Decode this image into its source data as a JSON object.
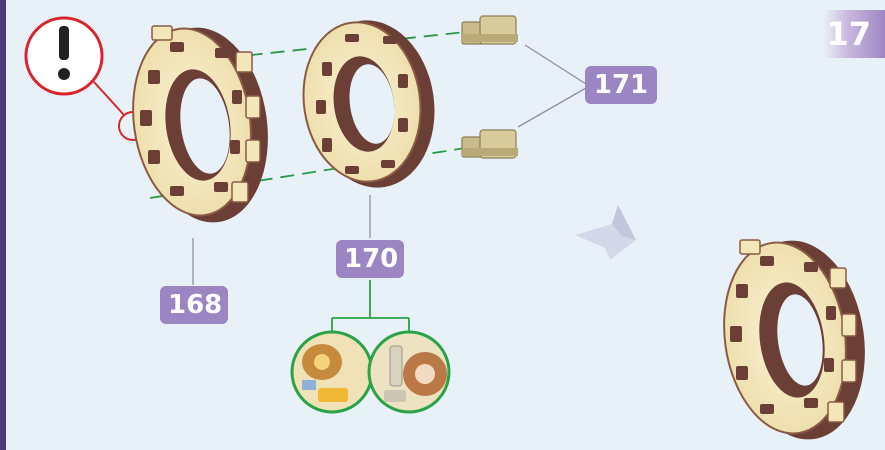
{
  "step_number": "17",
  "labels": {
    "part_168": "168",
    "part_170": "170",
    "part_171": "171"
  },
  "warning_symbol": "!",
  "colors": {
    "label_bg": "#9b85c3",
    "warning": "#d6262c",
    "dashed_line": "#2a9a46",
    "detail_circle": "#2aa347",
    "wood_light": "#f3e6b8",
    "wood_dark": "#6b3f36",
    "background": "#e9f1f8"
  },
  "icons": [
    "warning-icon",
    "ring-part-168",
    "ring-part-170",
    "peg-part-171",
    "assembled-ring",
    "arrow-icon",
    "detail-view-left",
    "detail-view-right"
  ]
}
